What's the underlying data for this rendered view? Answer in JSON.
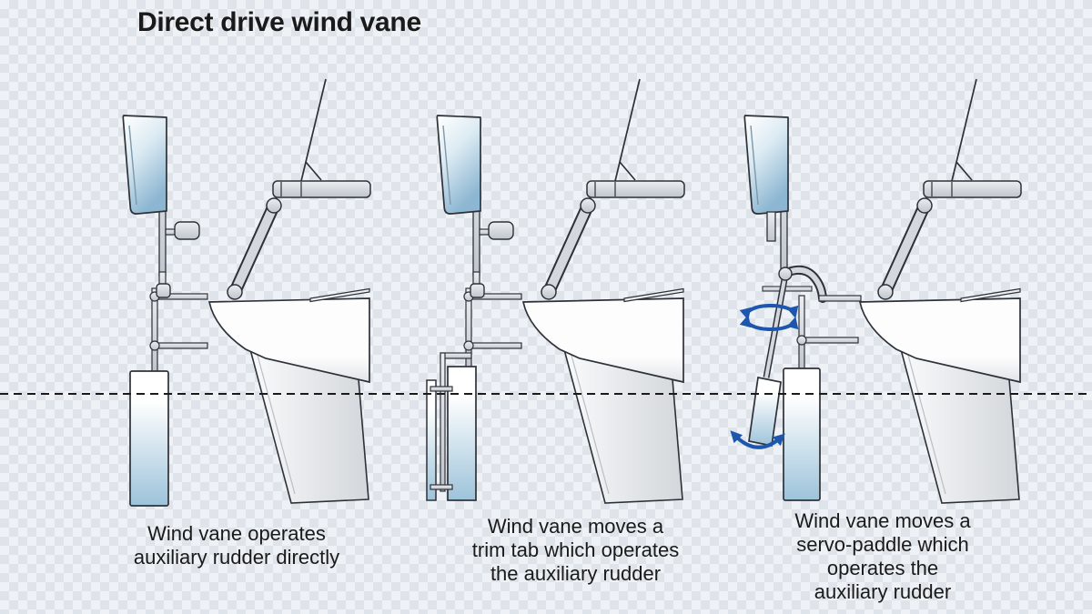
{
  "title": "Direct drive wind vane",
  "panels": [
    {
      "id": "direct-drive",
      "caption": "Wind vane operates\nauxiliary rudder directly",
      "icons": [
        "wind-vane",
        "auxiliary-rudder",
        "counterweight"
      ]
    },
    {
      "id": "trim-tab",
      "caption": "Wind vane moves a\ntrim tab which operates\nthe auxiliary rudder",
      "icons": [
        "wind-vane",
        "trim-tab",
        "auxiliary-rudder",
        "counterweight"
      ]
    },
    {
      "id": "servo-paddle",
      "caption": "Wind vane moves a\nservo-paddle which\noperates the\nauxiliary rudder",
      "icons": [
        "wind-vane",
        "servo-paddle",
        "auxiliary-rudder",
        "rotation-arrow",
        "swing-arrow"
      ]
    }
  ],
  "colors": {
    "checker_light": "#eef2f6",
    "checker_dark": "#dee4ea",
    "outline": "#2e3238",
    "metal": "#d4d8de",
    "vane_blue": "#8cb6d2",
    "rudder_blue": "#9dc3da",
    "arrow_blue": "#1d56ae",
    "text": "#1a1a1a"
  }
}
